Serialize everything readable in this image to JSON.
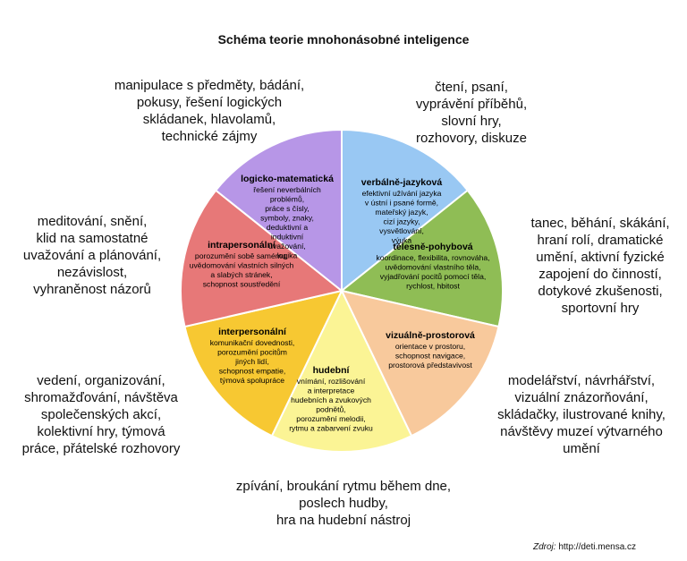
{
  "title": "Schéma teorie mnohonásobné inteligence",
  "segments": [
    {
      "key": "verbalne",
      "title": "verbálně-jazyková",
      "color": "#99c8f3",
      "desc": [
        "efektivní užívání jazyka",
        "v ústní i psané formě,",
        "mateřský jazyk,",
        "cizí jazyky,",
        "vysvětlování,",
        "výuka"
      ]
    },
    {
      "key": "telesne",
      "title": "tělesně-pohybová",
      "color": "#8fbd55",
      "desc": [
        "koordinace, flexibilita, rovnováha,",
        "uvědomování vlastního těla,",
        "vyjadřování pocitů pomocí těla,",
        "rychlost, hbitost"
      ]
    },
    {
      "key": "vizualne",
      "title": "vizuálně-prostorová",
      "color": "#f8c99c",
      "desc": [
        "orientace v prostoru,",
        "schopnost navigace,",
        "prostorová představivost"
      ]
    },
    {
      "key": "hudebni",
      "title": "hudební",
      "color": "#fbf495",
      "desc": [
        "vnímání, rozlišování",
        "a interpretace",
        "hudebních a zvukových",
        "podnětů,",
        "porozumění melodii,",
        "rytmu a zabarvení zvuku"
      ]
    },
    {
      "key": "interpersonalni",
      "title": "interpersonální",
      "color": "#f7c832",
      "desc": [
        "komunikační dovednosti,",
        "porozumění pocitům",
        "jiných lidí,",
        "schopnost empatie,",
        "týmová spolupráce"
      ]
    },
    {
      "key": "intrapersonalni",
      "title": "intrapersonální",
      "color": "#e77878",
      "desc": [
        "porozumění sobě samému,",
        "uvědomování vlastních silných",
        "a slabých stránek,",
        "schopnost soustředění"
      ]
    },
    {
      "key": "logicko",
      "title": "logicko-matematická",
      "color": "#b796e7",
      "desc": [
        "řešení neverbálních",
        "problémů,",
        "práce s čísly,",
        "symboly, znaky,",
        "deduktivní a",
        "induktivní",
        "uvažování,",
        "logika"
      ]
    }
  ],
  "outer": {
    "logicko": "manipulace s předměty, bádání,\npokusy, řešení logických\nskládanek, hlavolamů,\ntechnické zájmy",
    "verbalne": "čtení, psaní,\nvyprávění příběhů,\nslovní hry,\nrozhovory, diskuze",
    "intrapersonalni": "meditování, snění,\nklid na samostatné\nuvažování a plánování,\nnezávislost,\nvyhraněnost názorů",
    "telesne": "tanec, běhání, skákání,\nhraní rolí, dramatické\numění, aktivní fyzické\nzapojení do činností,\ndotykové zkušenosti,\nsportovní hry",
    "interpersonalni": "vedení, organizování,\nshromažďování, návštěva\nspolečenských akcí,\nkolektivní hry, týmová\npráce, přátelské rozhovory",
    "vizualne": "modelářství, návrhářství,\nvizuální znázorňování,\nskládačky, ilustrované knihy,\nnávštěvy muzeí výtvarného\numění",
    "hudebni": "zpívání, broukání rytmu během dne,\nposlech hudby,\nhra na hudební nástroj"
  },
  "source": {
    "label": "Zdroj:",
    "url": "http://deti.mensa.cz"
  }
}
